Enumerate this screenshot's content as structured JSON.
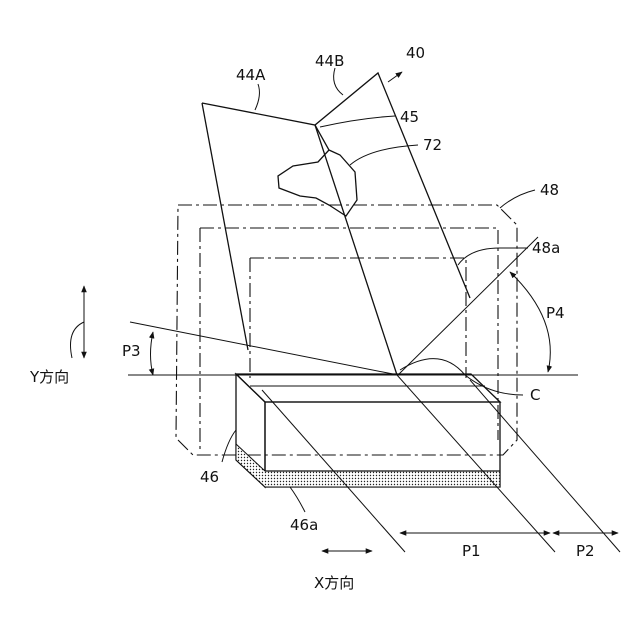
{
  "labels": {
    "l40": "40",
    "l44A": "44A",
    "l44B": "44B",
    "l45": "45",
    "l72": "72",
    "l48": "48",
    "l48a": "48a",
    "lP4": "P4",
    "lP3": "P3",
    "lC": "C",
    "l46": "46",
    "l46a": "46a",
    "lP1": "P1",
    "lP2": "P2",
    "lY": "Y方向",
    "lX": "X方向"
  },
  "colors": {
    "line": "#111111",
    "background": "#ffffff"
  }
}
